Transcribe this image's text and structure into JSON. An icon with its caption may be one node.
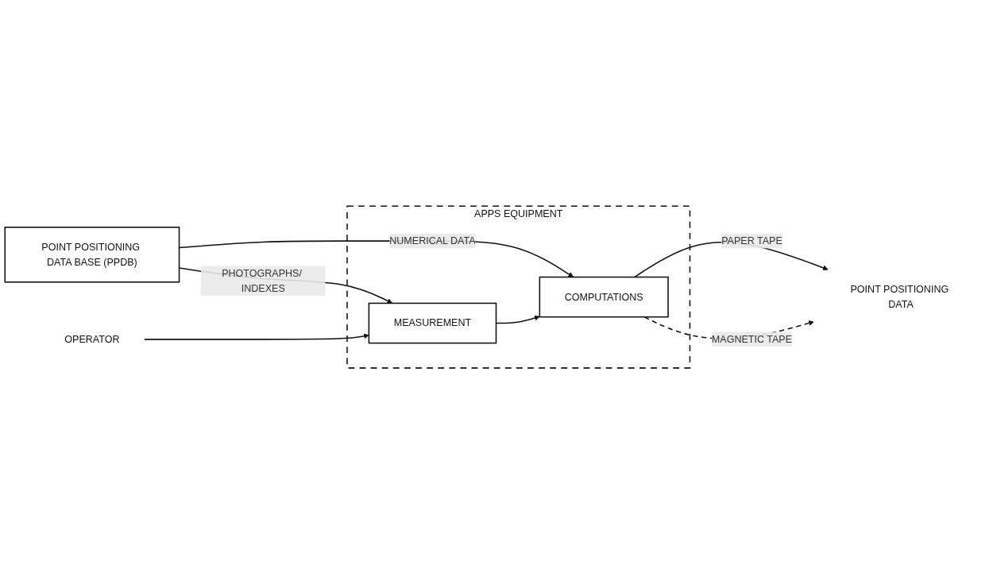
{
  "diagram": {
    "nodes": [
      {
        "text": [
          "POINT POSITIONING DATA BASE (PPDB)"
        ]
      },
      {
        "text": [
          "APPS EQUIPMENT"
        ]
      },
      {
        "text": [
          "MEASUREMENT"
        ],
        "in": 1
      },
      {
        "text": [
          "COMPUTATIONS"
        ],
        "in": 1
      },
      {
        "text": [
          "OPERATOR"
        ]
      },
      {
        "text": [
          "POINT POSITIONING DATA"
        ]
      }
    ],
    "edges": [
      {
        "from": 0,
        "to": 2,
        "arrow": "to",
        "label": "PHOTOGRAPHS/ INDEXES"
      },
      {
        "from": 0,
        "to": 3,
        "arrow": "to",
        "label": "NUMERICAL DATA"
      },
      {
        "from": 4,
        "to": 2,
        "arrow": "to"
      },
      {
        "from": 2,
        "to": 3,
        "arrow": "to"
      },
      {
        "from": 3,
        "to": 5,
        "arrow": "to",
        "label": "PAPER TAPE"
      },
      {
        "from": 3,
        "to": 5,
        "arrow": "to",
        "label": "MAGNETIC TAPE",
        "style": "dashed"
      }
    ]
  }
}
